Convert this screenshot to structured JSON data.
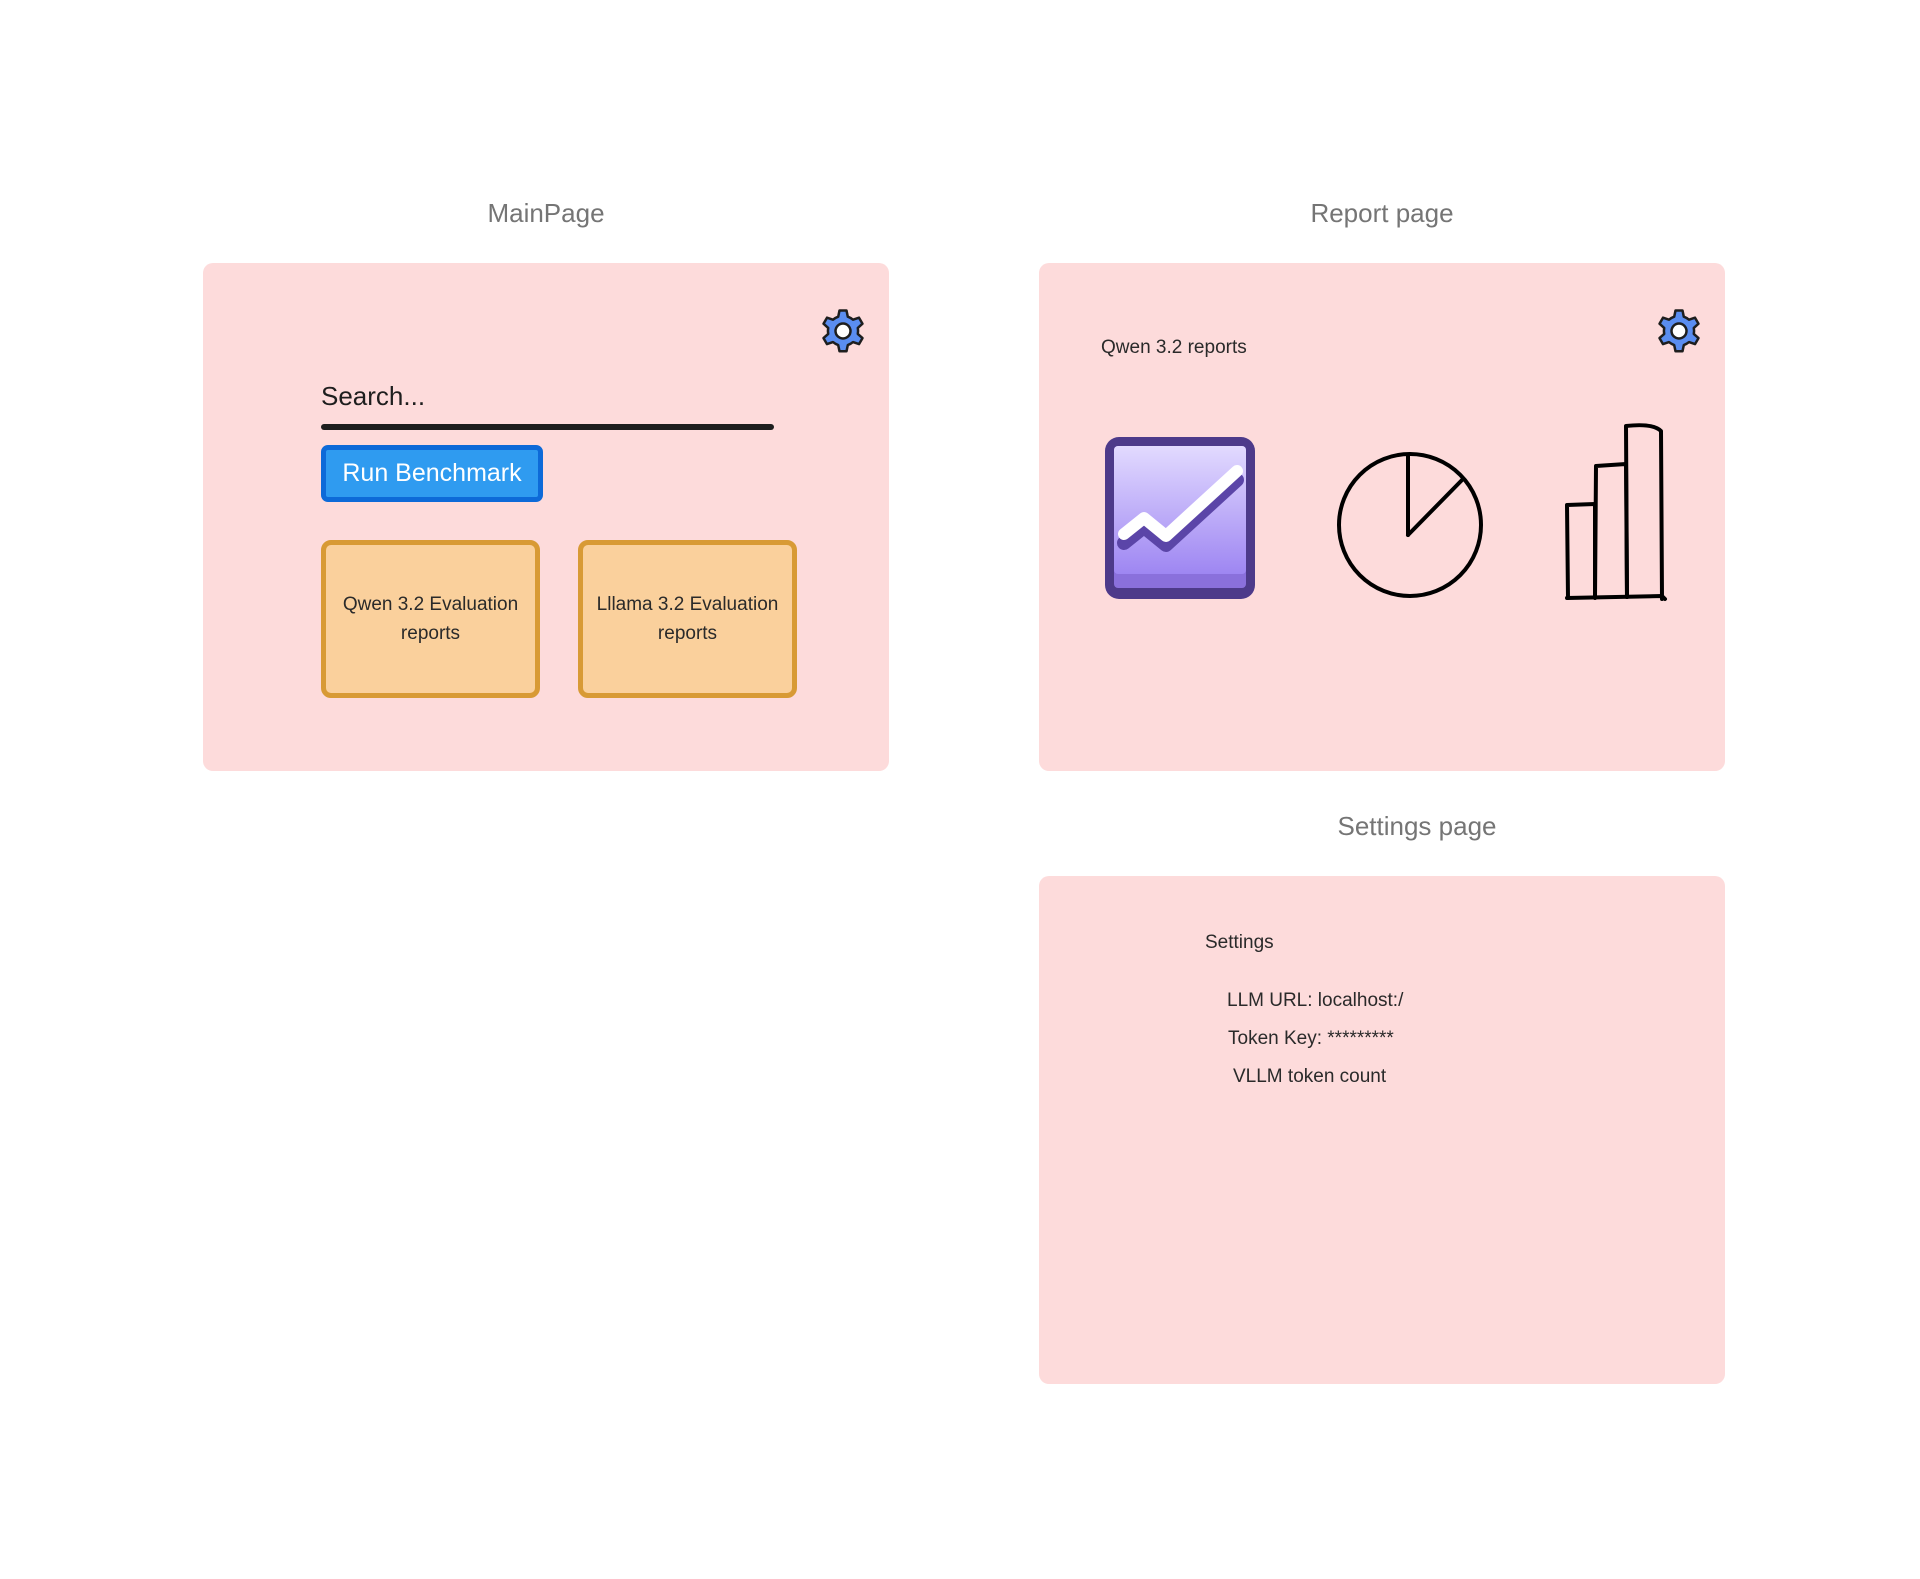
{
  "main_page": {
    "title": "MainPage",
    "search_placeholder": "Search...",
    "run_button_label": "Run Benchmark",
    "report_cards": [
      {
        "label": "Qwen 3.2 Evaluation reports"
      },
      {
        "label": "Lllama 3.2 Evaluation reports"
      }
    ],
    "settings_icon": "gear-icon"
  },
  "report_page": {
    "title": "Report page",
    "heading": "Qwen 3.2 reports",
    "icons": [
      "chart-increasing-icon",
      "pie-chart-icon",
      "bar-chart-icon"
    ],
    "settings_icon": "gear-icon"
  },
  "settings_page": {
    "title": "Settings page",
    "heading": "Settings",
    "rows": [
      {
        "text": "LLM URL: localhost:/"
      },
      {
        "text": "Token Key: *********"
      },
      {
        "text": "VLLM token count"
      }
    ]
  },
  "colors": {
    "frame_bg": "#fddbdb",
    "button_bg": "#2f9bf0",
    "button_border": "#0d6ad8",
    "card_bg": "#fad09c",
    "card_border": "#d89a35",
    "gear_fill": "#5a8df0",
    "title_text": "#757575"
  }
}
